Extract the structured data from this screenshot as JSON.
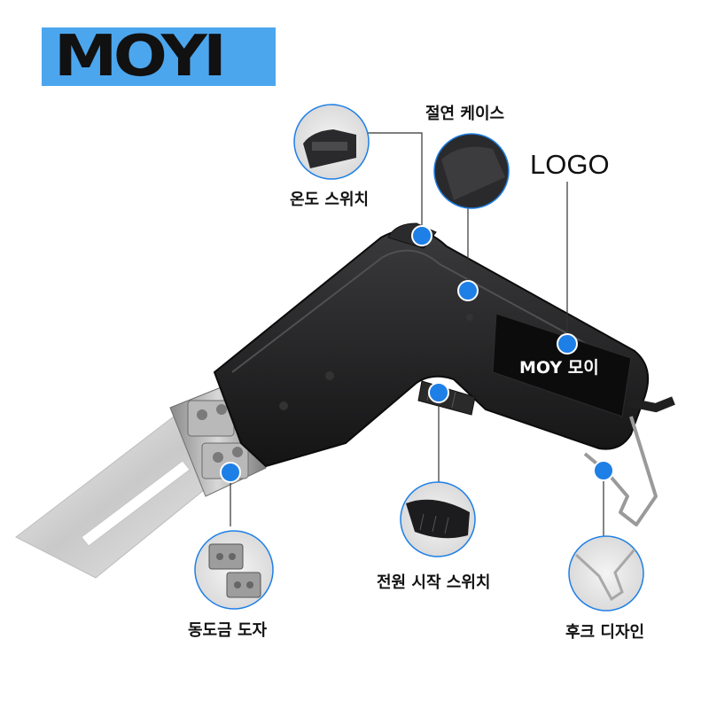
{
  "brand": {
    "logo": "MOYI"
  },
  "product": {
    "printed_brand": "MOY 모이"
  },
  "callouts": {
    "temperature_switch": "온도 스위치",
    "insulated_case": "절연 케이스",
    "logo": "LOGO",
    "copper_terminal": "동도금 도자",
    "power_switch": "전원 시작 스위치",
    "hook_design": "후크 디자인"
  },
  "colors": {
    "accent_blue": "#1e7fe6",
    "logo_bg": "#4ca6ee",
    "body_black": "#1b1b1d",
    "text": "#111111"
  }
}
